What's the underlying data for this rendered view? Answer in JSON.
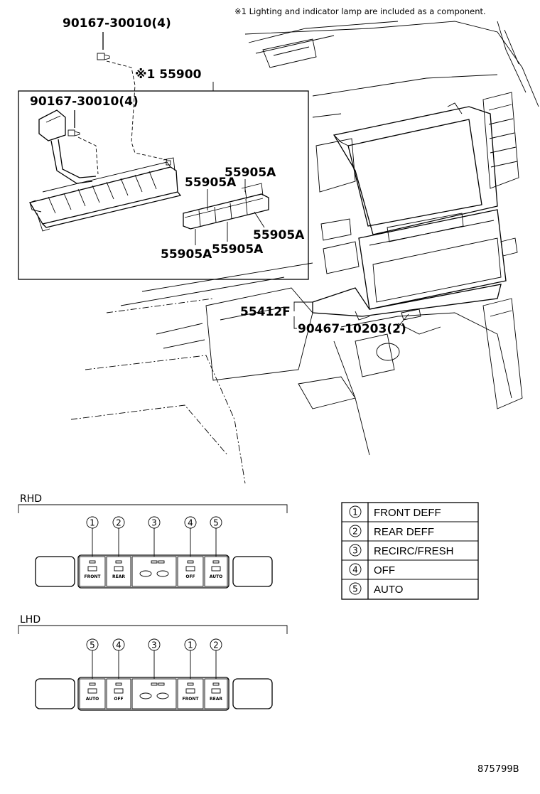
{
  "header": {
    "note": "※1 Lighting and indicator lamp are included as a component."
  },
  "parts": {
    "screw_top": "90167-30010(4)",
    "assembly": "※1 55900",
    "screw_inner": "90167-30010(4)",
    "knob_1": "55905A",
    "knob_2": "55905A",
    "knob_3": "55905A",
    "knob_4": "55905A",
    "knob_5": "55905A",
    "panel": "55412F",
    "clip": "90467-10203(2)"
  },
  "sections": {
    "rhd": {
      "label": "RHD",
      "buttons": [
        {
          "num": "1",
          "text": "FRONT"
        },
        {
          "num": "2",
          "text": "REAR"
        },
        {
          "num": "3",
          "text": ""
        },
        {
          "num": "4",
          "text": "OFF"
        },
        {
          "num": "5",
          "text": "AUTO"
        }
      ]
    },
    "lhd": {
      "label": "LHD",
      "buttons": [
        {
          "num": "5",
          "text": "AUTO"
        },
        {
          "num": "4",
          "text": "OFF"
        },
        {
          "num": "3",
          "text": ""
        },
        {
          "num": "1",
          "text": "FRONT"
        },
        {
          "num": "2",
          "text": "REAR"
        }
      ]
    }
  },
  "legend": [
    {
      "num": "1",
      "label": "FRONT DEFF"
    },
    {
      "num": "2",
      "label": "REAR DEFF"
    },
    {
      "num": "3",
      "label": "RECIRC/FRESH"
    },
    {
      "num": "4",
      "label": "OFF"
    },
    {
      "num": "5",
      "label": "AUTO"
    }
  ],
  "footer": {
    "code": "875799B"
  }
}
